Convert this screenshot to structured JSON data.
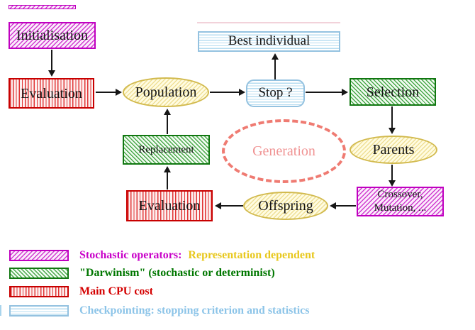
{
  "diagram": {
    "title_hint": "Evolutionary algorithm flow diagram",
    "nodes": {
      "initialisation": {
        "label": "Initialisation",
        "style": "magenta-hatch"
      },
      "evaluation_top": {
        "label": "Evaluation",
        "style": "red-stripes"
      },
      "population": {
        "label": "Population",
        "style": "yellow-ellipse"
      },
      "best_individual": {
        "label": "Best individual",
        "style": "cyan-stripes"
      },
      "stop": {
        "label": "Stop ?",
        "style": "cyan-stripes-rounded"
      },
      "selection": {
        "label": "Selection",
        "style": "green-hatch"
      },
      "parents": {
        "label": "Parents",
        "style": "yellow-ellipse"
      },
      "replacement": {
        "label": "Replacement",
        "style": "green-hatch"
      },
      "generation": {
        "label": "Generation",
        "style": "salmon-dashed-ellipse"
      },
      "evaluation_bottom": {
        "label": "Evaluation",
        "style": "red-stripes"
      },
      "offspring": {
        "label": "Offspring",
        "style": "yellow-ellipse"
      },
      "crossover": {
        "line1": "Crossover,",
        "line2": "Mutation, ...",
        "style": "magenta-hatch"
      }
    },
    "edges": [
      {
        "from": "Initialisation",
        "to": "Evaluation"
      },
      {
        "from": "Evaluation",
        "to": "Population"
      },
      {
        "from": "Population",
        "to": "Stop ?"
      },
      {
        "from": "Stop ?",
        "to": "Best individual"
      },
      {
        "from": "Stop ?",
        "to": "Selection"
      },
      {
        "from": "Selection",
        "to": "Parents"
      },
      {
        "from": "Parents",
        "to": "Crossover, Mutation, ..."
      },
      {
        "from": "Crossover, Mutation, ...",
        "to": "Offspring"
      },
      {
        "from": "Offspring",
        "to": "Evaluation"
      },
      {
        "from": "Evaluation",
        "to": "Replacement"
      },
      {
        "from": "Replacement",
        "to": "Population"
      }
    ],
    "colors": {
      "magenta": "#c000c0",
      "red": "#c80000",
      "green": "#117711",
      "gold_border": "#d2ba4e",
      "cyan_border": "#94c2e0",
      "salmon": "#ef7b72",
      "generation_text": "#f09393",
      "arrow_black": "#161616"
    }
  },
  "legend": {
    "items": [
      {
        "swatch": "magenta-hatch",
        "label": "Stochastic operators:",
        "label_color": "#c800c8",
        "label2": "Representation dependent",
        "label2_color": "#e8c81e"
      },
      {
        "swatch": "green-hatch",
        "label": "\"Darwinism\" (stochastic or determinist)",
        "label_color": "#007700"
      },
      {
        "swatch": "red-vertical-stripes",
        "label": "Main CPU cost",
        "label_color": "#d40000"
      },
      {
        "swatch": "cyan-horizontal-stripes",
        "label": "Checkpointing: stopping criterion and statistics",
        "label_color": "#8cc4e8"
      }
    ]
  }
}
